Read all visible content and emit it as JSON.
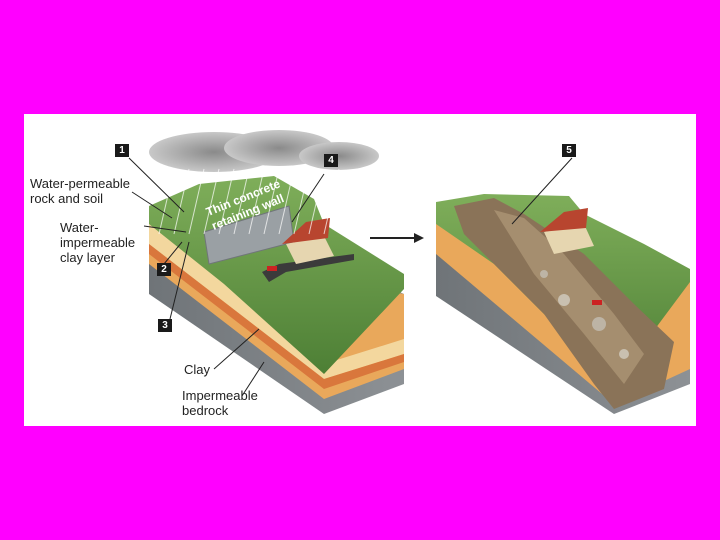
{
  "diagram": {
    "labels": {
      "permeable": "Water-permeable\nrock and soil",
      "impermeable_clay": "Water-\nimpermeable\nclay layer",
      "wall": "Thin concrete\nretaining wall",
      "clay": "Clay",
      "bedrock": "Impermeable\nbedrock"
    },
    "markers": {
      "m1": "1",
      "m2": "2",
      "m3": "3",
      "m4": "4",
      "m5": "5"
    }
  }
}
